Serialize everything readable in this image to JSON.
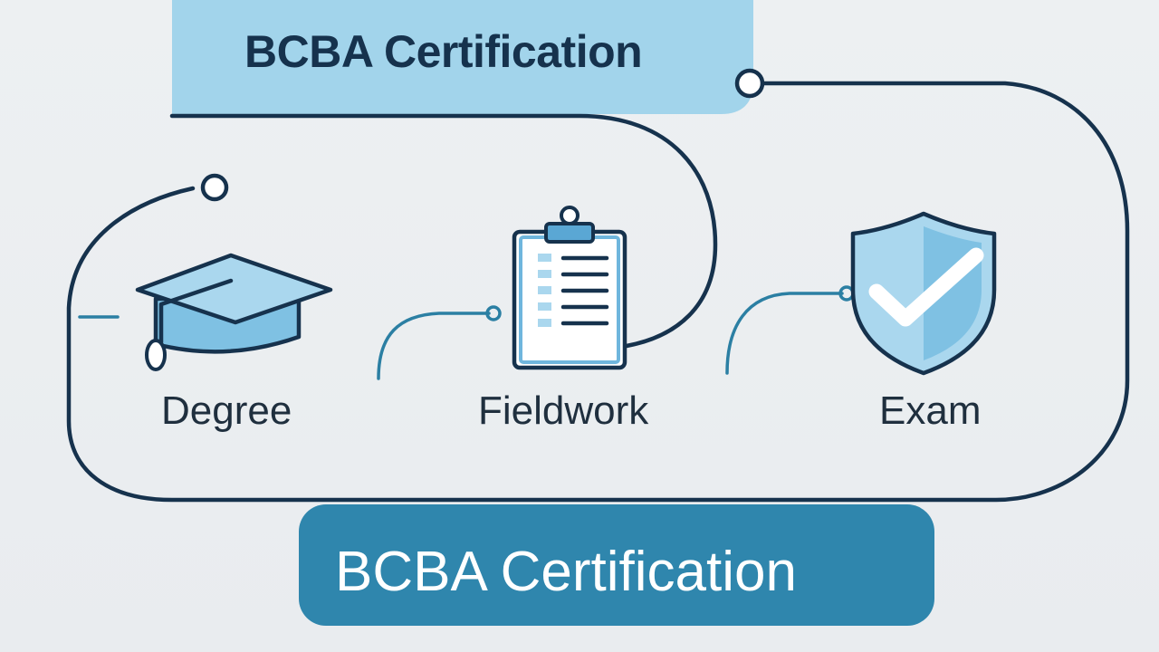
{
  "banner": {
    "top_title": "BCBA Certification",
    "bottom_title": "BCBA Certification"
  },
  "steps": [
    {
      "label": "Degree",
      "icon": "graduation-cap-icon"
    },
    {
      "label": "Fieldwork",
      "icon": "clipboard-icon"
    },
    {
      "label": "Exam",
      "icon": "shield-check-icon"
    }
  ],
  "colors": {
    "background": "#eceff1",
    "light_banner": "#9fd2ea",
    "dark_banner": "#2e86ad",
    "line": "#16324d",
    "accent_line": "#2b7fa3",
    "icon_light": "#aad7ee",
    "icon_mid": "#7bbfe2",
    "text_dark": "#1f2f3e"
  }
}
